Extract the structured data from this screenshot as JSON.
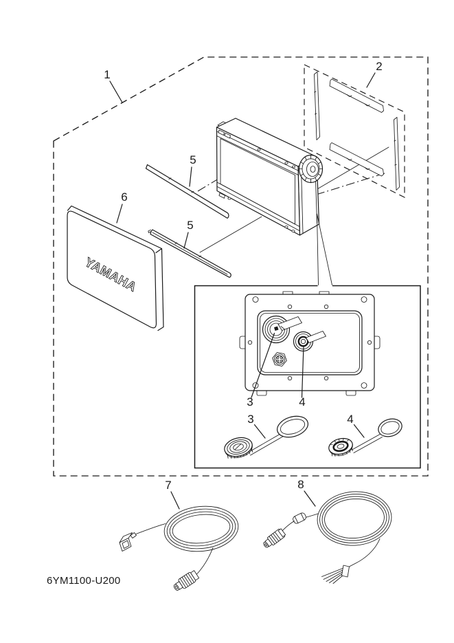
{
  "part_labels": {
    "assembly_group": "1",
    "mount_frame_kit": "2",
    "panel_connector_a": "3",
    "panel_connector_b": "4",
    "cap_a": "3",
    "cap_b": "4",
    "strip_upper": "5",
    "strip_lower": "5",
    "cover": "6",
    "cable_a": "7",
    "cable_b": "8"
  },
  "texts": {
    "brand_logo": "YAMAHA",
    "drawing_code": "6YM1100-U200"
  },
  "colors": {
    "line": "#1a1a1a",
    "background": "#ffffff"
  }
}
